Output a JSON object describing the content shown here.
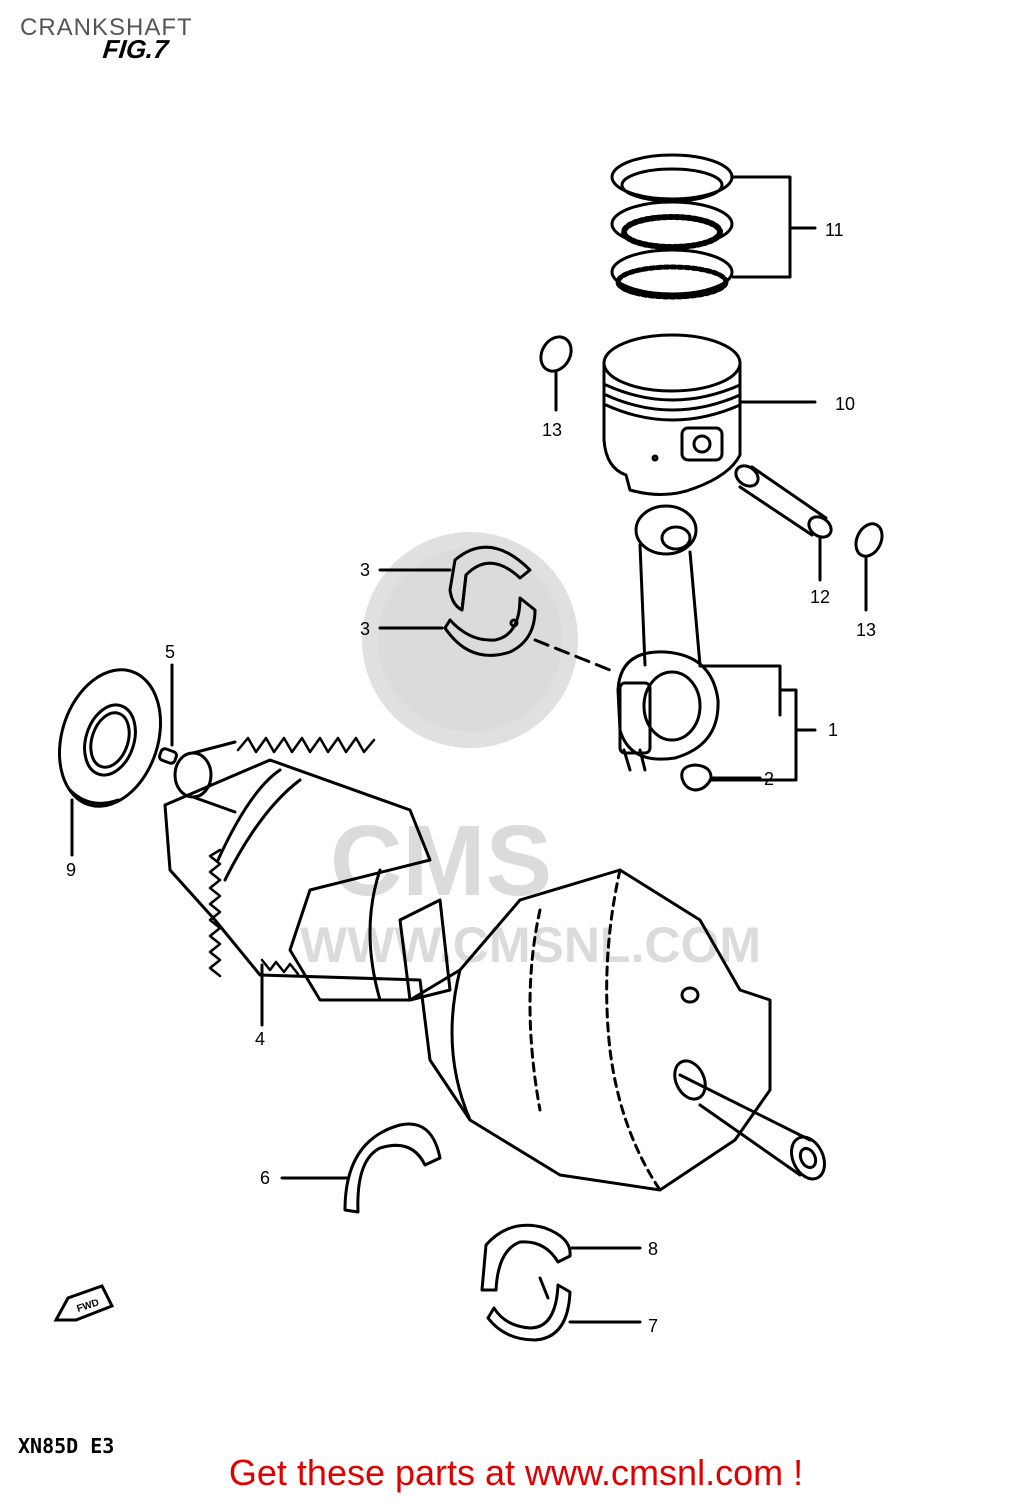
{
  "header": {
    "title": "CRANKSHAFT",
    "figure": "FIG.7"
  },
  "watermark": {
    "brand": "CMS",
    "url": "WWW.CMSNL.COM"
  },
  "parts": {
    "p1": "1",
    "p2": "2",
    "p3a": "3",
    "p3b": "3",
    "p4": "4",
    "p5": "5",
    "p6": "6",
    "p7": "7",
    "p8": "8",
    "p9": "9",
    "p10": "10",
    "p11": "11",
    "p12": "12",
    "p13a": "13",
    "p13b": "13"
  },
  "arrow": {
    "label": "FWD"
  },
  "footer": {
    "model": "XN85D E3",
    "cta": "Get these parts at www.cmsnl.com !"
  },
  "colors": {
    "cta": "#e00000",
    "watermark": "#bfbfbf",
    "line": "#000000"
  }
}
